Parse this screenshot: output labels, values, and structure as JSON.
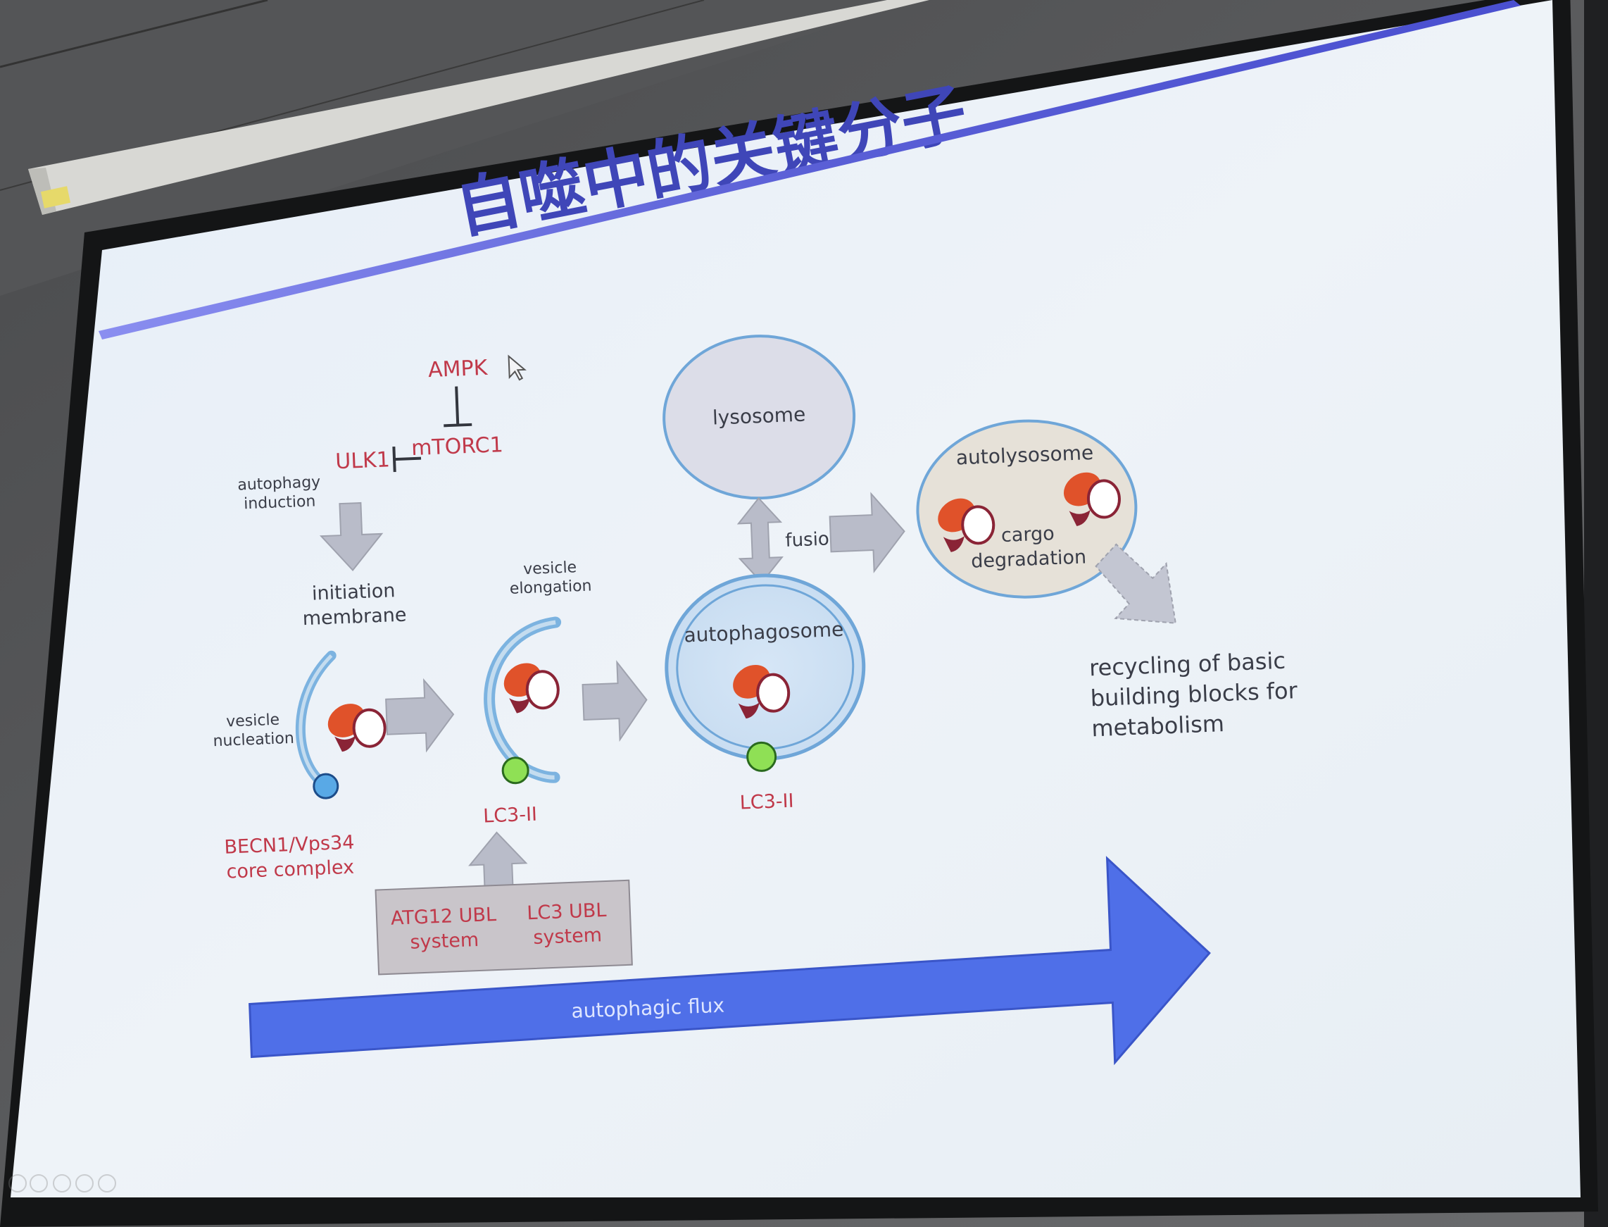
{
  "slide": {
    "title": "自噬中的关键分子",
    "title_color": "#3f46b8",
    "accent_color": "#4a4fd0"
  },
  "diagram": {
    "ampk": "AMPK",
    "mtorc1": "mTORC1",
    "ulk1": "ULK1",
    "induction_line1": "autophagy",
    "induction_line2": "induction",
    "initiation_line1": "initiation",
    "initiation_line2": "membrane",
    "nucleation_line1": "vesicle",
    "nucleation_line2": "nucleation",
    "becn_line1": "BECN1/Vps34",
    "becn_line2": "core complex",
    "elongation_line1": "vesicle",
    "elongation_line2": "elongation",
    "lc3_ii_a": "LC3-II",
    "atg12_line1": "ATG12 UBL",
    "atg12_line2": "system",
    "lc3ubl_line1": "LC3 UBL",
    "lc3ubl_line2": "system",
    "lysosome": "lysosome",
    "fusion": "fusion",
    "autophagosome": "autophagosome",
    "lc3_ii_b": "LC3-II",
    "autolysosome": "autolysosome",
    "cargo_line1": "cargo",
    "cargo_line2": "degradation",
    "recycle_line1": "recycling of basic",
    "recycle_line2": "building blocks for",
    "recycle_line3": "metabolism",
    "flux": "autophagic flux"
  },
  "colors": {
    "red_text": "#c0394a",
    "dark_text": "#3a3d48",
    "flux_arrow": "#4f6fe8",
    "grey_arrow": "#b9bcc9",
    "membrane": "#7cb3e0",
    "green_dot": "#8fe055",
    "blue_dot": "#59a9e6"
  }
}
